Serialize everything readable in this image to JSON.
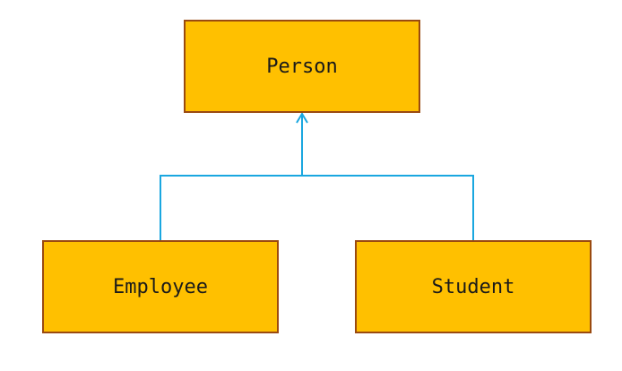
{
  "diagram": {
    "nodes": {
      "person": {
        "label": "Person"
      },
      "employee": {
        "label": "Employee"
      },
      "student": {
        "label": "Student"
      }
    },
    "edges": [
      {
        "from": "employee",
        "to": "person",
        "type": "inheritance"
      },
      {
        "from": "student",
        "to": "person",
        "type": "inheritance"
      }
    ]
  },
  "colors": {
    "node_fill": "#ffc000",
    "node_border": "#9a4a10",
    "connector": "#1aa7e0"
  }
}
